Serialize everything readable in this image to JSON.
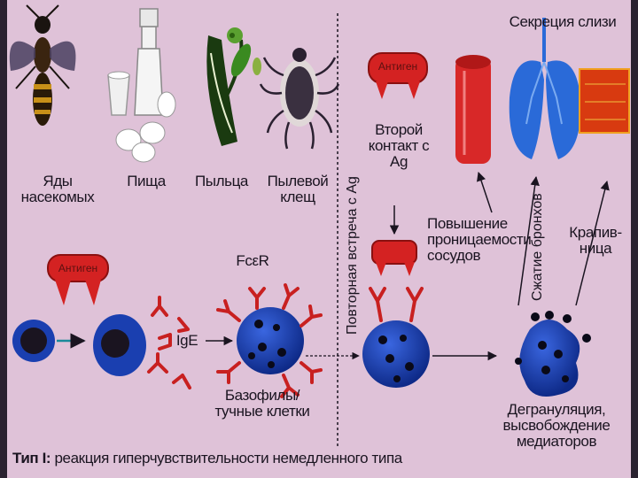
{
  "colors": {
    "background": "#dfc2d8",
    "cell_blue": "#1a3fb0",
    "antigen_red": "#d42222",
    "receptor_red": "#c82020",
    "lung_blue": "#2a6ad8"
  },
  "top_labels": {
    "insect": "Яды насекомых",
    "food": "Пища",
    "pollen": "Пыльца",
    "mite": "Пылевой клещ"
  },
  "antigen_left": "Антиген",
  "antigen_right": "Антиген",
  "vertical_divider_label": "Повторная встреча с Ag",
  "second_contact": "Второй контакт с Ag",
  "mucus_secretion": "Секреция слизи",
  "permeability": "Повышение проницаемости сосудов",
  "bronchoconstriction": "Сжатие бронхов",
  "urticaria": "Крапив- ница",
  "fcer": "FcεR",
  "ige": "IgE",
  "basophils": "Базофилы/ тучные клетки",
  "degranulation": "Дегрануляция, высвобождение медиаторов",
  "caption": {
    "prefix": "Тип I:",
    "text": "реакция гиперчувствительности немедленного типа"
  }
}
